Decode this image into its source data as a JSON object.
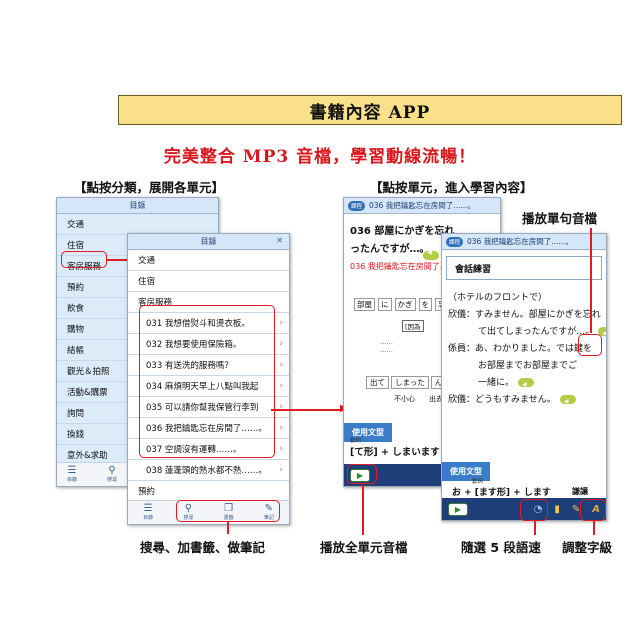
{
  "banner": {
    "title": "書籍內容 APP"
  },
  "subtitle": "完美整合 MP3 音檔，學習動線流暢！",
  "sections": {
    "left": "【點按分類，展開各單元】",
    "right": "【點按單元，進入學習內容】"
  },
  "callouts": {
    "play_sentence": "播放單句音檔",
    "search_bookmark_note": "搜尋、加書籤、做筆記",
    "play_all": "播放全單元音檔",
    "speed": "隨選 5 段語速",
    "font_size": "調整字級"
  },
  "toc_back": {
    "header": "目錄",
    "categories": [
      "交通",
      "住宿",
      "客房服務",
      "預約",
      "飲食",
      "購物",
      "結帳",
      "觀光＆拍照",
      "活動&購票",
      "詢問",
      "換錢",
      "意外&求助"
    ],
    "tabs": [
      "目錄",
      "搜尋"
    ]
  },
  "toc_front": {
    "header": "目錄",
    "top_categories": [
      "交通",
      "住宿",
      "客房服務"
    ],
    "units": [
      "031 我想借熨斗和燙衣板。",
      "032 我想要使用保險箱。",
      "033 有送洗的服務嗎？",
      "034 麻煩明天早上八點叫我起",
      "035 可以請你幫我保管行李到",
      "036 我把鑰匙忘在房間了……。",
      "037 空調沒有運轉……。",
      "038 蓮蓬頭的熱水都不熱……。"
    ],
    "bottom_categories": [
      "預約",
      "飲食"
    ],
    "tabs": [
      "目錄",
      "搜尋",
      "書籤",
      "筆記"
    ]
  },
  "lesson_back": {
    "badge": "課程",
    "title": "036 我把鑰匙忘在房間了......。",
    "line1": "036 部屋にかぎを忘れ",
    "line2": "ったんですが…。",
    "subline": "036 我把鑰匙忘在房間了......。",
    "chips": [
      "部屋",
      "に",
      "かぎ",
      "を",
      "忘れて"
    ],
    "chip_gloss": "[因為",
    "chips2": [
      "出て",
      "しまった",
      "んです"
    ],
    "gloss2": [
      "不小心",
      "出去了…"
    ],
    "grammar_label": "使用文型",
    "grammar_pattern": "[て形] + しまいます",
    "grammar_ruby": "動詞"
  },
  "lesson_front": {
    "badge": "課程",
    "title": "036 我把鑰匙忘在房間了......。",
    "section": "會話練習",
    "context": "（ホテルのフロントで）",
    "lines": [
      {
        "speaker": "欣儀：",
        "text": "すみません。部屋にかぎを忘れ"
      },
      {
        "speaker": "",
        "text": "て出てしまったんですが…。"
      },
      {
        "speaker": "係員：",
        "text": "あ、わかりました。では鍵を"
      },
      {
        "speaker": "",
        "text": "お部屋までお部屋までご"
      },
      {
        "speaker": "",
        "text": "一緒に。"
      },
      {
        "speaker": "欣儀：",
        "text": "どうもすみません。"
      }
    ],
    "grammar_label": "使用文型",
    "grammar_pattern": "お + [ます形] + します",
    "grammar_ruby": "動詞",
    "grammar_note": "謙讓"
  }
}
